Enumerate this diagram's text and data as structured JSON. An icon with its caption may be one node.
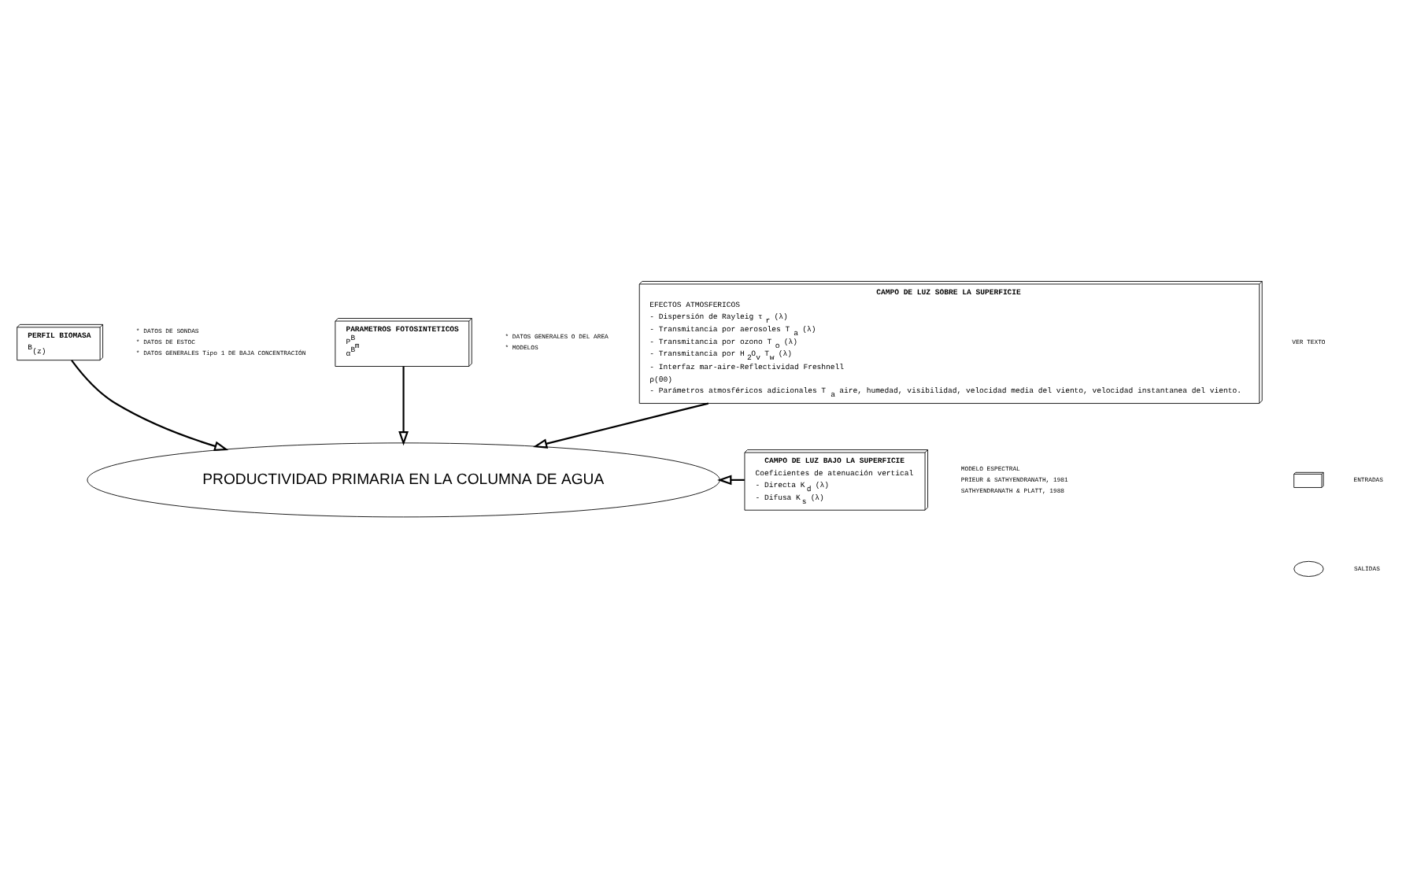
{
  "diagram": {
    "nodes": [
      {
        "text": [
          "PERFIL BIOMASA",
          "B$_{(z)}$"
        ],
        "beside": [
          "* DATOS DE SONDAS",
          "* DATOS DE ESTOC",
          "* DATOS GENERALES Tipo 1 DE BAJA CONCENTRACIÓN"
        ]
      },
      {
        "text": [
          "PARAMETROS FOTOSINTETICOS",
          "P$^{B}$$_{m}$",
          "α$^{B}$"
        ],
        "beside": [
          "* DATOS GENERALES O DEL AREA",
          "* MODELOS"
        ]
      },
      {
        "text": [
          "CAMPO DE LUZ SOBRE LA SUPERFICIE",
          "EFECTOS ATMOSFERICOS",
          "- Dispersión de Rayleig τ$_{r}$ (λ)",
          "- Transmitancia por aerosoles T$_{a}$ (λ)",
          "- Transmitancia por ozono T$_{o}$ (λ)",
          "- Transmitancia por H$_{2}$O$_{v}$ T$_{w}$ (λ)",
          "- Interfaz mar-aire-Reflectividad Freshnell",
          "ρ(θ0)",
          "- Parámetros atmosféricos adicionales T$_{a}$ aire, humedad, visibilidad, velocidad media del viento, velocidad instantanea del viento."
        ]
      },
      {
        "text": [
          "PRODUCTIVIDAD PRIMARIA EN LA COLUMNA DE AGUA"
        ]
      },
      {
        "text": [
          "CAMPO DE LUZ BAJO LA SUPERFICIE",
          "Coeficientes de atenuación vertical",
          "- Directa K$_{d}$ (λ)",
          "- Difusa K$_{s}$ (λ)"
        ],
        "beside": [
          "MODELO ESPECTRAL",
          "PRIEUR & SATHYENDRANATH, 1981",
          "SATHYENDRANATH & PLATT, 1988"
        ]
      }
    ],
    "edges": [
      {
        "from": 0,
        "to": 3,
        "arrow": "to"
      },
      {
        "from": 1,
        "to": 3,
        "arrow": "to"
      },
      {
        "from": 2,
        "to": 3,
        "arrow": "to"
      },
      {
        "from": 4,
        "to": 3,
        "arrow": "to"
      }
    ],
    "labels": [
      "VER TEXTO"
    ],
    "legend": [
      {
        "text": "ENTRADAS"
      },
      {
        "text": "SALIDAS"
      }
    ]
  }
}
